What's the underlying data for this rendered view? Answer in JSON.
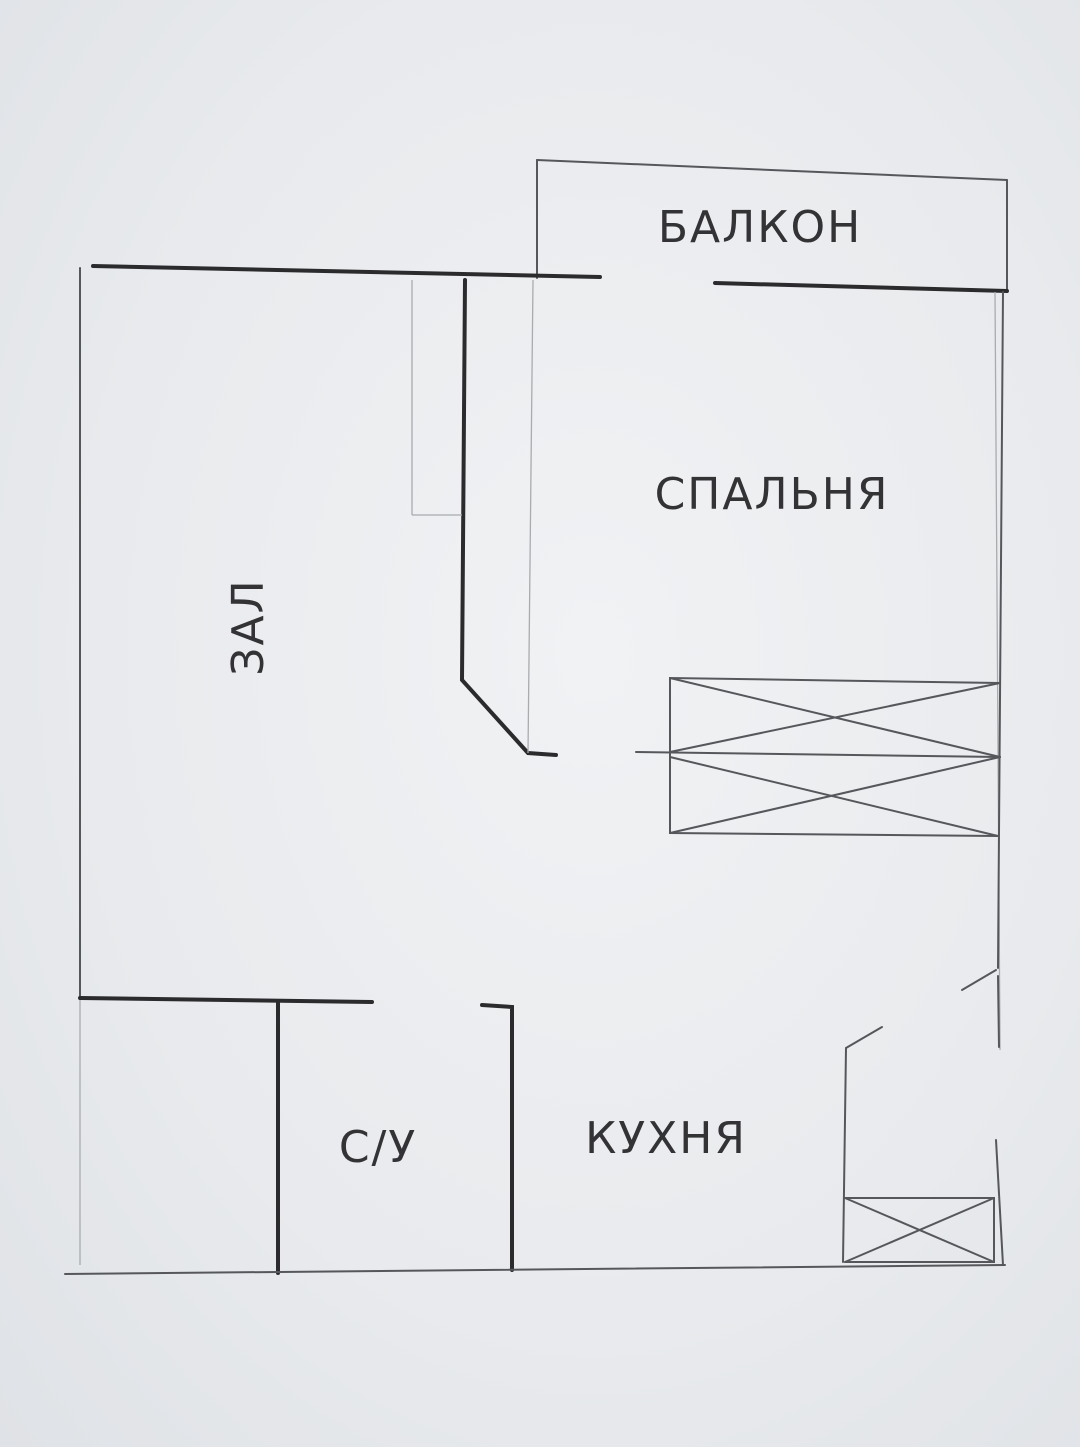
{
  "rooms": {
    "balcony": "БАЛКОН",
    "bedroom": "СПАЛЬНЯ",
    "hall": "ЗАЛ",
    "bathroom": "С/У",
    "kitchen": "КУХНЯ"
  }
}
